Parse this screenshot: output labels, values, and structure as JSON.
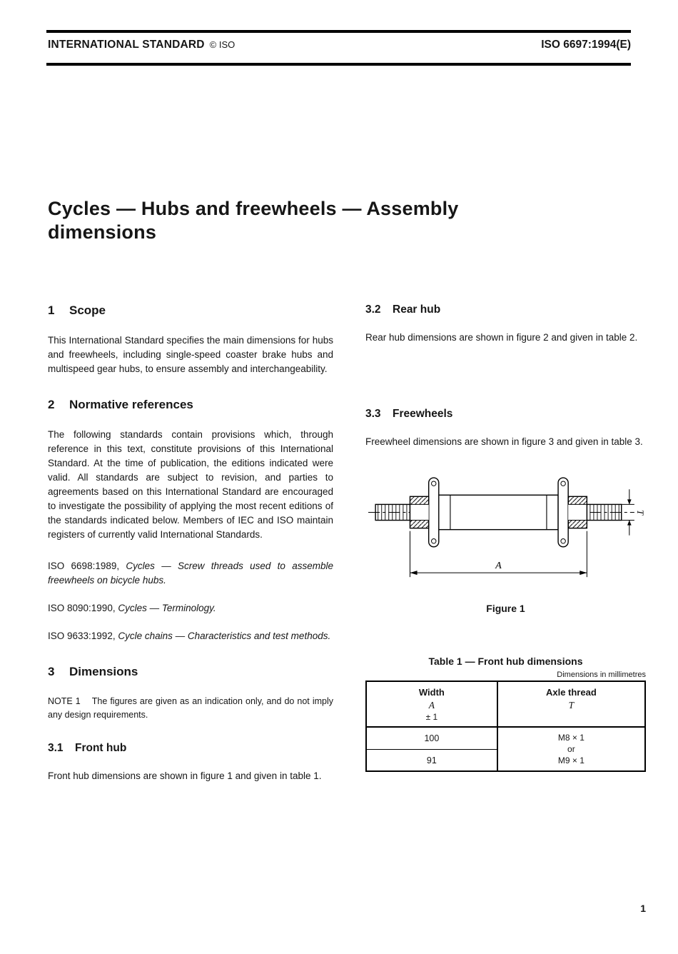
{
  "page": {
    "number": "1"
  },
  "header": {
    "title_bold": "INTERNATIONAL STANDARD",
    "title_suffix": "© ISO",
    "doc_ref": "ISO 6697:1994(E)"
  },
  "doc_title": "Cycles — Hubs and freewheels — Assembly dimensions",
  "sections": {
    "s1": {
      "num": "1",
      "title": "Scope",
      "body": "This International Standard specifies the main dimensions for hubs and freewheels, including single-speed coaster brake hubs and multispeed gear hubs, to ensure assembly and interchangeability."
    },
    "s2": {
      "num": "2",
      "title": "Normative references",
      "body": "The following standards contain provisions which, through reference in this text, constitute provisions of this International Standard. At the time of publication, the editions indicated were valid. All standards are subject to revision, and parties to agreements based on this International Standard are encouraged to investigate the possibility of applying the most recent editions of the standards indicated below. Members of IEC and ISO maintain registers of currently valid International Standards."
    },
    "s3": {
      "num": "3",
      "title": "Dimensions",
      "note_label": "NOTE 1",
      "note_body": "The figures are given as an indication only, and do not imply any design requirements."
    },
    "s31": {
      "num": "3.1",
      "title": "Front hub",
      "body": "Front hub dimensions are shown in figure 1 and given in table 1."
    },
    "s32": {
      "num": "3.2",
      "title": "Rear hub",
      "body": "Rear hub dimensions are shown in figure 2 and given in table 2."
    },
    "s33": {
      "num": "3.3",
      "title": "Freewheels",
      "body": "Freewheel dimensions are shown in figure 3 and given in table 3."
    }
  },
  "references": [
    {
      "code": "ISO 6698:1989,",
      "title": "Cycles — Screw threads used to assemble freewheels on bicycle hubs."
    },
    {
      "code": "ISO 8090:1990,",
      "title": "Cycles — Terminology."
    },
    {
      "code": "ISO 9633:1992,",
      "title": "Cycle chains — Characteristics and test methods."
    }
  ],
  "figure1": {
    "caption": "Figure 1",
    "dim_a": "A",
    "dim_t": "T"
  },
  "table1": {
    "caption": "Table 1 — Front hub dimensions",
    "units": "Dimensions in millimetres",
    "col1": {
      "line1": "Width",
      "line2": "A",
      "line3": "± 1"
    },
    "col2": {
      "line1": "Axle thread",
      "line2": "T"
    },
    "rows": {
      "width1": "100",
      "width2": "91",
      "thread1": "M8 × 1",
      "or": "or",
      "thread2": "M9 × 1"
    }
  }
}
